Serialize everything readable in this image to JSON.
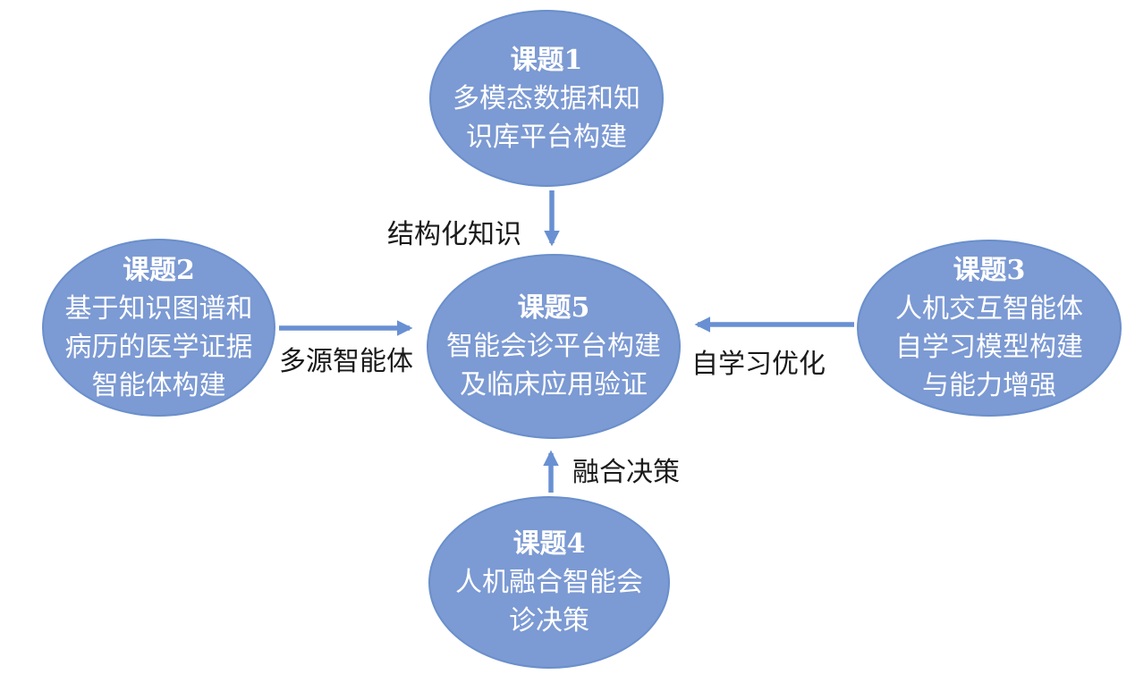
{
  "diagram": {
    "background_color": "#ffffff",
    "colors": {
      "node_fill": "#7c9ad3",
      "node_border": "#6a8fcb",
      "arrow": "#6990d2",
      "node_text": "#ffffff",
      "label_text": "#1a1a1a"
    },
    "nodes": [
      {
        "id": "topic1",
        "title": "课题1",
        "lines": [
          "多模态数据和知",
          "识库平台构建"
        ]
      },
      {
        "id": "topic2",
        "title": "课题2",
        "lines": [
          "基于知识图谱和",
          "病历的医学证据",
          "智能体构建"
        ]
      },
      {
        "id": "topic3",
        "title": "课题3",
        "lines": [
          "人机交互智能体",
          "自学习模型构建",
          "与能力增强"
        ]
      },
      {
        "id": "topic4",
        "title": "课题4",
        "lines": [
          "人机融合智能会",
          "诊决策"
        ]
      },
      {
        "id": "topic5",
        "title": "课题5",
        "lines": [
          "智能会诊平台构建",
          "及临床应用验证"
        ]
      }
    ],
    "edges": [
      {
        "from": "topic1",
        "to": "topic5",
        "label": "结构化知识",
        "direction": "down"
      },
      {
        "from": "topic2",
        "to": "topic5",
        "label": "多源智能体",
        "direction": "right"
      },
      {
        "from": "topic3",
        "to": "topic5",
        "label": "自学习优化",
        "direction": "left"
      },
      {
        "from": "topic4",
        "to": "topic5",
        "label": "融合决策",
        "direction": "up"
      }
    ]
  }
}
